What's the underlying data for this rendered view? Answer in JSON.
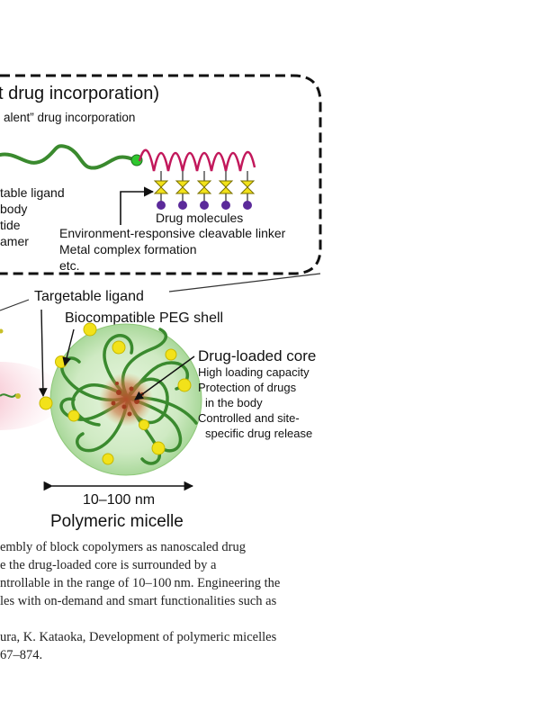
{
  "figure": {
    "box_title": "t drug incorporation)",
    "box_subtitle": "alent” drug incorporation",
    "ligand_list": [
      "table ligand",
      "body",
      "tide",
      "amer"
    ],
    "drug_molecules_label": "Drug molecules",
    "linker_notes": [
      "Environment-responsive cleavable linker",
      "Metal complex formation",
      "etc."
    ],
    "targetable_ligand_label": "Targetable ligand",
    "peg_shell_label": "Biocompatible PEG shell",
    "core_title": "Drug-loaded core",
    "core_features": [
      "High loading capacity",
      "Protection of drugs",
      "in the body",
      "Controlled and site-",
      "specific drug release"
    ],
    "size_label": "10–100 nm",
    "micelle_label": "Polymeric micelle"
  },
  "caption": {
    "lines": [
      "embly of block copolymers as nanoscaled drug",
      "e the drug-loaded core is surrounded by a",
      "ntrollable in the range of 10–100 nm. Engineering the",
      "les with on-demand and smart functionalities such as",
      "",
      "ura, K. Kataoka, Development of polymeric micelles",
      "67–874."
    ]
  },
  "colors": {
    "polymer_green": "#3a8a2e",
    "shell_green": "#bfe3b0",
    "pink_chain": "#c2185b",
    "ligand_yellow": "#f2e21a",
    "drug_purple": "#5b2a9a",
    "core_red": "#b84a2a"
  }
}
